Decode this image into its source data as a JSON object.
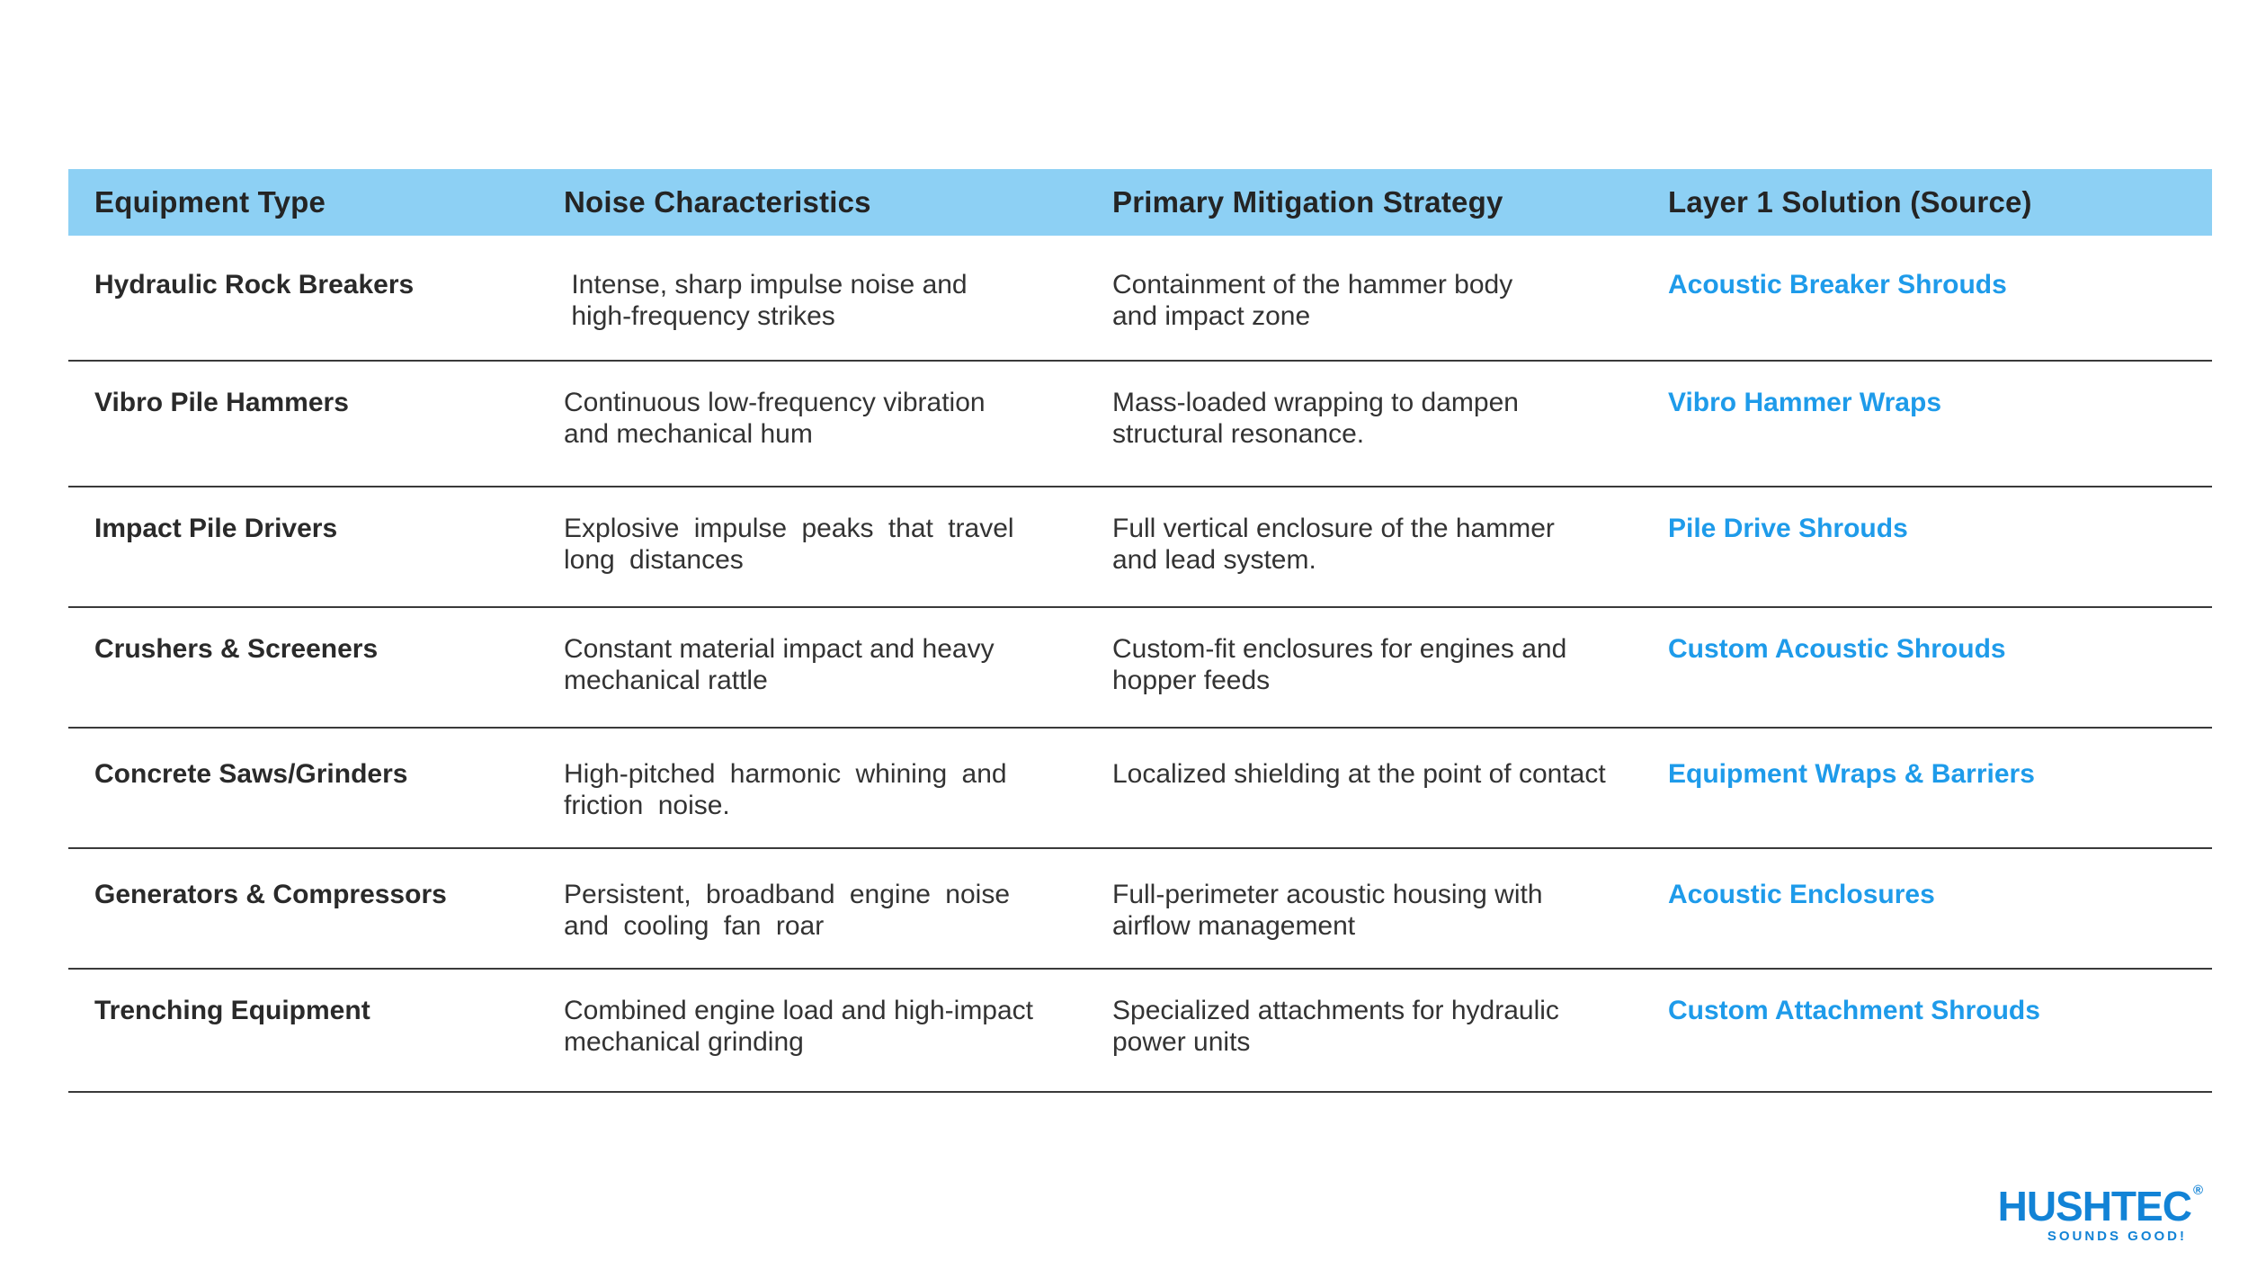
{
  "colors": {
    "header_bg": "#8dd0f4",
    "head_text": "#242424",
    "body_text": "#333333",
    "title_text": "#2a2a2a",
    "separator": "#3a3a3a",
    "link_blue": "#1e9bea",
    "logo_blue": "#1283d6"
  },
  "table": {
    "header": {
      "columns": [
        "Equipment Type",
        "Noise Characteristics",
        "Primary Mitigation Strategy",
        "Layer 1 Solution (Source)"
      ]
    },
    "rows": [
      {
        "equipment": "Hydraulic Rock Breakers",
        "noise": " Intense, sharp impulse noise and\n high-frequency strikes",
        "strategy": "Containment of the hammer body\nand impact zone",
        "solution": "Acoustic Breaker Shrouds"
      },
      {
        "equipment": "Vibro Pile Hammers",
        "noise": "Continuous low-frequency vibration\nand mechanical hum",
        "strategy": "Mass-loaded wrapping to dampen\nstructural resonance.",
        "solution": "Vibro Hammer Wraps"
      },
      {
        "equipment": "Impact Pile Drivers",
        "noise": "Explosive impulse peaks that travel\nlong distances",
        "strategy": "Full vertical enclosure of the hammer\nand lead system.",
        "solution": "Pile Drive Shrouds"
      },
      {
        "equipment": "Crushers & Screeners",
        "noise": "Constant material impact and heavy\nmechanical rattle",
        "strategy": "Custom-fit enclosures for engines and\nhopper feeds",
        "solution": "Custom Acoustic Shrouds"
      },
      {
        "equipment": "Concrete Saws/Grinders",
        "noise": "High-pitched harmonic whining and\nfriction noise.",
        "strategy": "Localized shielding at the point of contact",
        "solution": "Equipment Wraps & Barriers"
      },
      {
        "equipment": "Generators & Compressors",
        "noise": "Persistent, broadband engine noise\nand cooling fan roar",
        "strategy": "Full-perimeter acoustic housing with\nairflow management",
        "solution": "Acoustic Enclosures"
      },
      {
        "equipment": "Trenching Equipment",
        "noise": "Combined engine load and high-impact\nmechanical grinding",
        "strategy": "Specialized attachments for hydraulic\npower units",
        "solution": "Custom Attachment Shrouds"
      }
    ]
  },
  "logo": {
    "name": "HUSHTEC",
    "registered": "®",
    "tagline": "SOUNDS GOOD!"
  }
}
